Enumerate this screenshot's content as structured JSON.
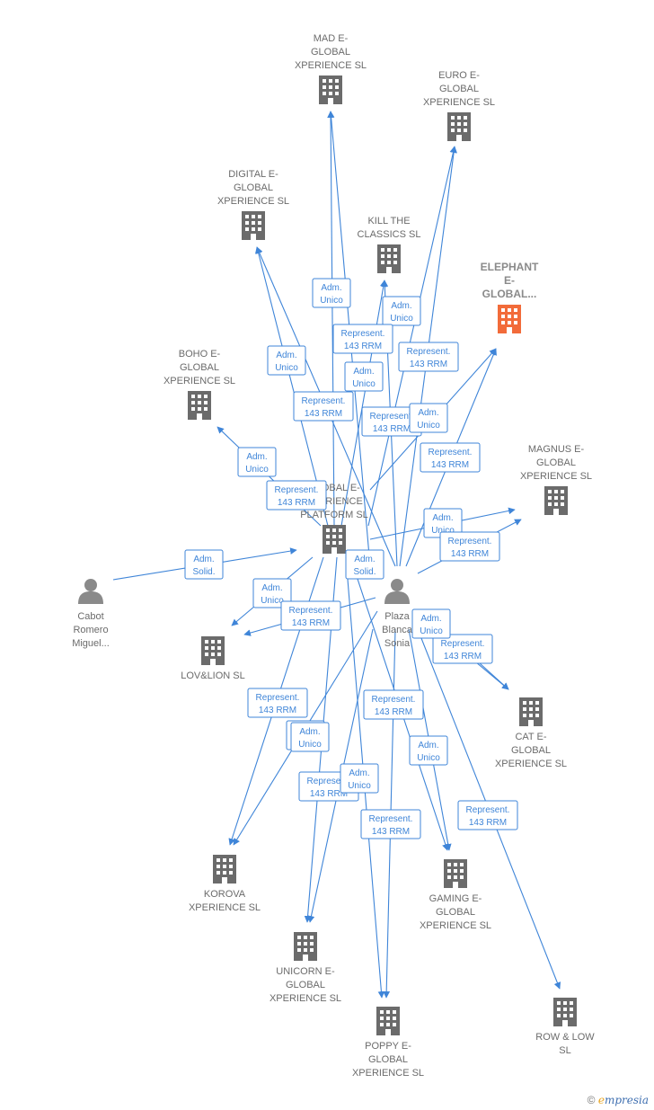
{
  "colors": {
    "edge": "#3f85d8",
    "company": "#6b6b6b",
    "highlight_company": "#f26b3a",
    "person": "#8a8a8a"
  },
  "nodes": [
    {
      "id": "mad",
      "type": "company",
      "lines": [
        "MAD E-",
        "GLOBAL",
        "XPERIENCE  SL"
      ]
    },
    {
      "id": "euro",
      "type": "company",
      "lines": [
        "EURO E-",
        "GLOBAL",
        "XPERIENCE  SL"
      ]
    },
    {
      "id": "digital",
      "type": "company",
      "lines": [
        "DIGITAL E-",
        "GLOBAL",
        "XPERIENCE  SL"
      ]
    },
    {
      "id": "kill",
      "type": "company",
      "lines": [
        "KILL THE",
        "CLASSICS  SL"
      ]
    },
    {
      "id": "elephant",
      "type": "company-highlight",
      "lines": [
        "ELEPHANT",
        "E-",
        "GLOBAL..."
      ]
    },
    {
      "id": "boho",
      "type": "company",
      "lines": [
        "BOHO E-",
        "GLOBAL",
        "XPERIENCE  SL"
      ]
    },
    {
      "id": "magnus",
      "type": "company",
      "lines": [
        "MAGNUS E-",
        "GLOBAL",
        "XPERIENCE  SL"
      ]
    },
    {
      "id": "platform",
      "type": "company",
      "lines": [
        "GLOBAL E-",
        "XPERIENCE",
        "PLATFORM  SL"
      ]
    },
    {
      "id": "cabot",
      "type": "person",
      "lines": [
        "Cabot",
        "Romero",
        "Miguel..."
      ]
    },
    {
      "id": "plaza",
      "type": "person",
      "lines": [
        "Plaza",
        "Blanca",
        "Sonia"
      ]
    },
    {
      "id": "lovlion",
      "type": "company",
      "lines": [
        "LOV&LION SL"
      ]
    },
    {
      "id": "cat",
      "type": "company",
      "lines": [
        "CAT E-",
        "GLOBAL",
        "XPERIENCE  SL"
      ]
    },
    {
      "id": "korova",
      "type": "company",
      "lines": [
        "KOROVA",
        "XPERIENCE  SL"
      ]
    },
    {
      "id": "gaming",
      "type": "company",
      "lines": [
        "GAMING E-",
        "GLOBAL",
        "XPERIENCE  SL"
      ]
    },
    {
      "id": "unicorn",
      "type": "company",
      "lines": [
        "UNICORN E-",
        "GLOBAL",
        "XPERIENCE  SL"
      ]
    },
    {
      "id": "row",
      "type": "company",
      "lines": [
        "ROW & LOW",
        "SL"
      ]
    },
    {
      "id": "poppy",
      "type": "company",
      "lines": [
        "POPPY E-",
        "GLOBAL",
        "XPERIENCE  SL"
      ]
    }
  ],
  "relations": [
    {
      "lines": [
        "Adm.",
        "Unico"
      ]
    },
    {
      "lines": [
        "Adm.",
        "Unico"
      ]
    },
    {
      "lines": [
        "Represent.",
        "143 RRM"
      ]
    },
    {
      "lines": [
        "Represent.",
        "143 RRM"
      ]
    },
    {
      "lines": [
        "Adm.",
        "Unico"
      ]
    },
    {
      "lines": [
        "Adm.",
        "Unico"
      ]
    },
    {
      "lines": [
        "Represent.",
        "143 RRM"
      ]
    },
    {
      "lines": [
        "Represent.",
        "143 RRM"
      ]
    },
    {
      "lines": [
        "Adm.",
        "Unico"
      ]
    },
    {
      "lines": [
        "Represent.",
        "143 RRM"
      ]
    },
    {
      "lines": [
        "Adm.",
        "Unico"
      ]
    },
    {
      "lines": [
        "Represent.",
        "143 RRM"
      ]
    },
    {
      "lines": [
        "Adm.",
        "Solid."
      ]
    },
    {
      "lines": [
        "Adm.",
        "Unico"
      ]
    },
    {
      "lines": [
        "Represent.",
        "143 RRM"
      ]
    },
    {
      "lines": [
        "Adm.",
        "Solid."
      ]
    },
    {
      "lines": [
        "Adm.",
        "Unico"
      ]
    },
    {
      "lines": [
        "Represent.",
        "143 RRM"
      ]
    },
    {
      "lines": [
        "Represent.",
        "143 RRM"
      ]
    },
    {
      "lines": [
        "Adm.",
        "Unico"
      ]
    },
    {
      "lines": [
        "Represent.",
        "143 RRM"
      ]
    },
    {
      "lines": [
        "Adm.",
        "Unico"
      ]
    },
    {
      "lines": [
        "Represent.",
        "143 RRM"
      ]
    },
    {
      "lines": [
        "Represent.",
        "143 RRM"
      ]
    },
    {
      "lines": [
        "Adm.",
        "Unico"
      ]
    },
    {
      "lines": [
        "Represent.",
        "143 RRM"
      ]
    },
    {
      "lines": [
        "Adm.",
        "Unico"
      ]
    },
    {
      "lines": [
        "Represent.",
        "143 RRM"
      ]
    },
    {
      "lines": [
        "Adm.",
        "Unico"
      ]
    }
  ],
  "footer": {
    "copyright": "©",
    "brand_first": "e",
    "brand_rest": "mpresia"
  }
}
